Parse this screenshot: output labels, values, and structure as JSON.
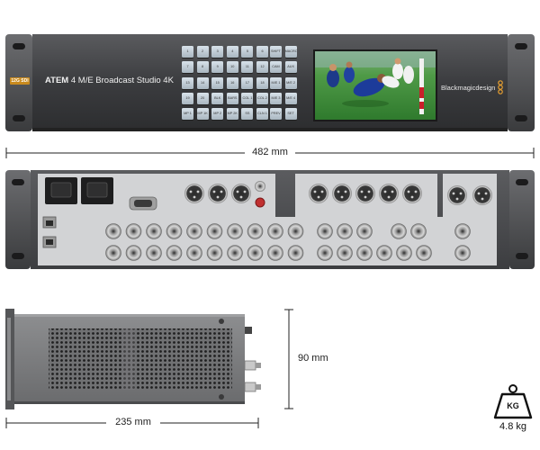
{
  "front": {
    "badge": "12G SDI",
    "title_brand": "ATEM",
    "title_model": "4 M/E Broadcast Studio 4K",
    "logo_text": "Blackmagicdesign",
    "keys_left": [
      [
        "1",
        "2",
        "3",
        "4",
        "5",
        "6"
      ],
      [
        "7",
        "8",
        "9",
        "10",
        "11",
        "12"
      ],
      [
        "13",
        "14",
        "15",
        "16",
        "17",
        "18"
      ],
      [
        "19",
        "20",
        "BLK",
        "BARS",
        "COL 1",
        "COL 2"
      ],
      [
        "MP 1",
        "MP 1K",
        "MP 2",
        "MP 2K",
        "SS",
        "CLN 1"
      ]
    ],
    "keys_right": [
      [
        "SHIFT",
        "MACRO"
      ],
      [
        "CAM",
        "AUX"
      ],
      [
        "M/E 1",
        "M/E 2"
      ],
      [
        "M/E 3",
        "M/E 4"
      ],
      [
        "PREV",
        "SET"
      ]
    ],
    "colors": {
      "panel": "#3f4042",
      "screen_grass": "#3f8f3a",
      "logo_dots": "#e8a030"
    }
  },
  "dimensions": {
    "width": "482 mm",
    "depth": "235 mm",
    "height": "90 mm"
  },
  "weight": {
    "unit": "KG",
    "value": "4.8 kg",
    "icon": "weight-icon"
  },
  "rear": {
    "colors": {
      "panel": "#454649",
      "plate": "#d7d8d9"
    }
  }
}
